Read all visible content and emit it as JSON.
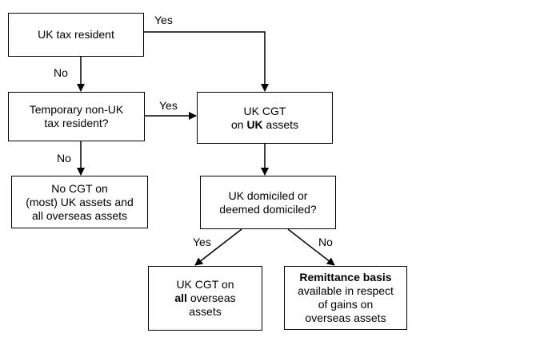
{
  "nodes": {
    "uk_tax_resident": {
      "line1": "UK tax resident"
    },
    "temporary_non_uk": {
      "line1": "Temporary non-UK",
      "line2": "tax resident?"
    },
    "no_cgt": {
      "line1": "No CGT on",
      "line2": "(most) UK assets and",
      "line3": "all overseas assets"
    },
    "uk_cgt_uk_assets": {
      "line1": "UK CGT",
      "line2_pre": "on ",
      "line2_bold": "UK",
      "line2_post": " assets"
    },
    "uk_domiciled": {
      "line1": "UK domiciled or",
      "line2": "deemed domiciled?"
    },
    "uk_cgt_overseas": {
      "line1": "UK CGT on",
      "line2_bold": "all",
      "line2_post": " overseas",
      "line3": "assets"
    },
    "remittance_basis": {
      "line1_bold": "Remittance basis",
      "line2": "available in respect",
      "line3": "of gains on",
      "line4": "overseas assets"
    }
  },
  "edge_labels": {
    "resident_yes": "Yes",
    "resident_no": "No",
    "temporary_yes": "Yes",
    "temporary_no": "No",
    "domiciled_yes": "Yes",
    "domiciled_no": "No"
  },
  "colors": {
    "line": "#000000",
    "box_fill": "#ffffff",
    "text": "#000000"
  }
}
